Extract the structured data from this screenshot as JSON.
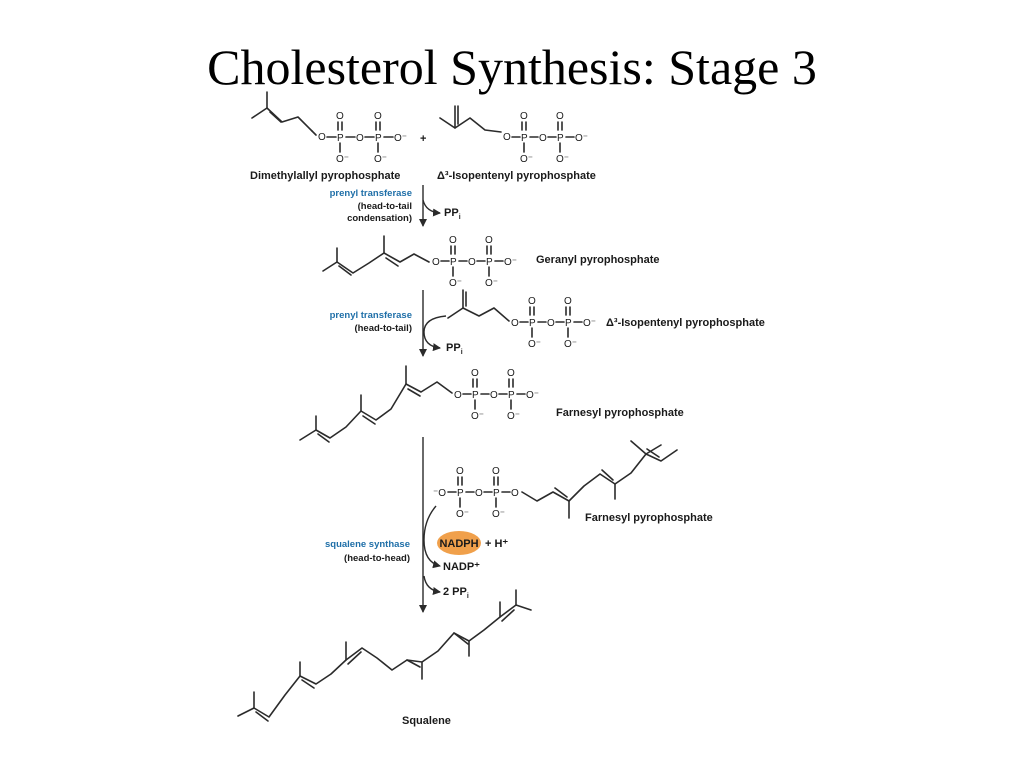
{
  "title": "Cholesterol Synthesis:  Stage 3",
  "atoms": {
    "O": "O",
    "P": "P",
    "O_minus": "O⁻",
    "minus_O": "⁻O",
    "plus": "+"
  },
  "compounds": {
    "dmapp": "Dimethylallyl pyrophosphate",
    "ipp": "Δ³-Isopentenyl pyrophosphate",
    "gpp": "Geranyl pyrophosphate",
    "fpp": "Farnesyl pyrophosphate",
    "squalene": "Squalene"
  },
  "steps": {
    "step1": {
      "enzyme": "prenyl transferase",
      "condition_line1": "(head-to-tail",
      "condition_line2": "condensation)",
      "byproduct": "PP",
      "byproduct_sub": "i"
    },
    "step2": {
      "enzyme": "prenyl transferase",
      "condition": "(head-to-tail)",
      "byproduct": "PP",
      "byproduct_sub": "i"
    },
    "step3": {
      "enzyme": "squalene synthase",
      "condition": "(head-to-head)",
      "cofactor": "NADPH",
      "cofactor_extra": "+ H⁺",
      "product_cofactor": "NADP⁺",
      "byproduct": "2 PP",
      "byproduct_sub": "i"
    }
  },
  "colors": {
    "enzyme": "#1f6fa8",
    "nadph_fill": "#f0a04b",
    "bond": "#2b2b2b"
  }
}
